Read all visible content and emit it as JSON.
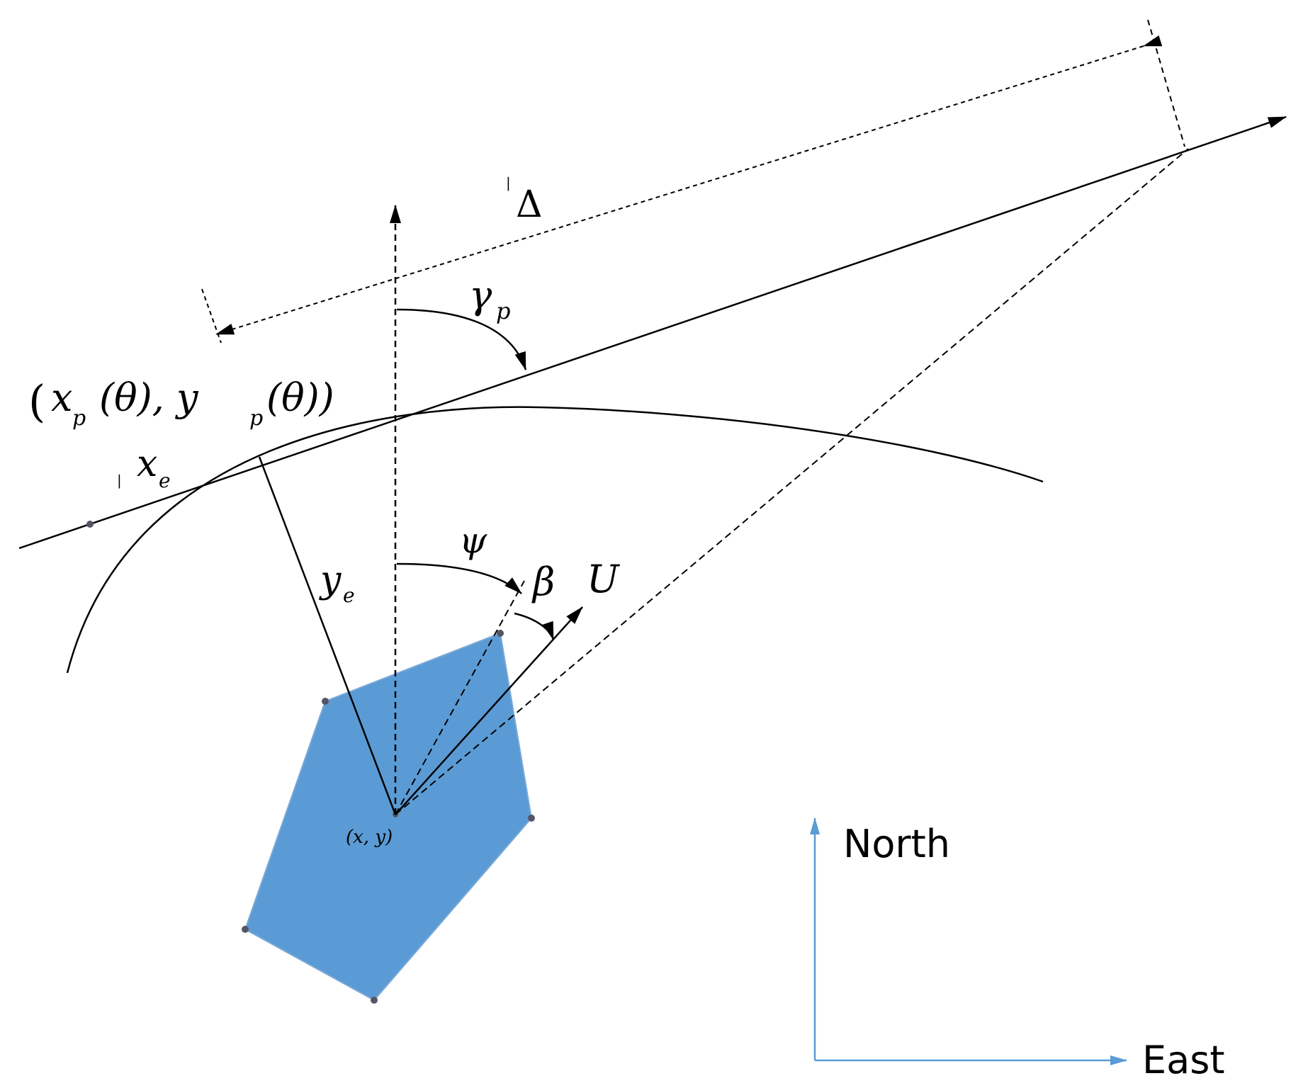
{
  "colors": {
    "vessel_fill": "#5b9bd5",
    "compass": "#5b9bd5",
    "ink": "#000000",
    "vertex": "#555566"
  },
  "labels": {
    "delta": "Δ",
    "gamma": "γ",
    "gamma_sub": "p",
    "path_point": "(x",
    "path_point_p1": "p",
    "path_point_mid": "(θ), y",
    "path_point_p2": "p",
    "path_point_end": "(θ))",
    "xe": "x",
    "xe_sub": "e",
    "ye": "y",
    "ye_sub": "e",
    "psi": "ψ",
    "beta": "β",
    "U": "U",
    "position": "(x, y)"
  },
  "compass": {
    "north": "North",
    "east": "East"
  }
}
